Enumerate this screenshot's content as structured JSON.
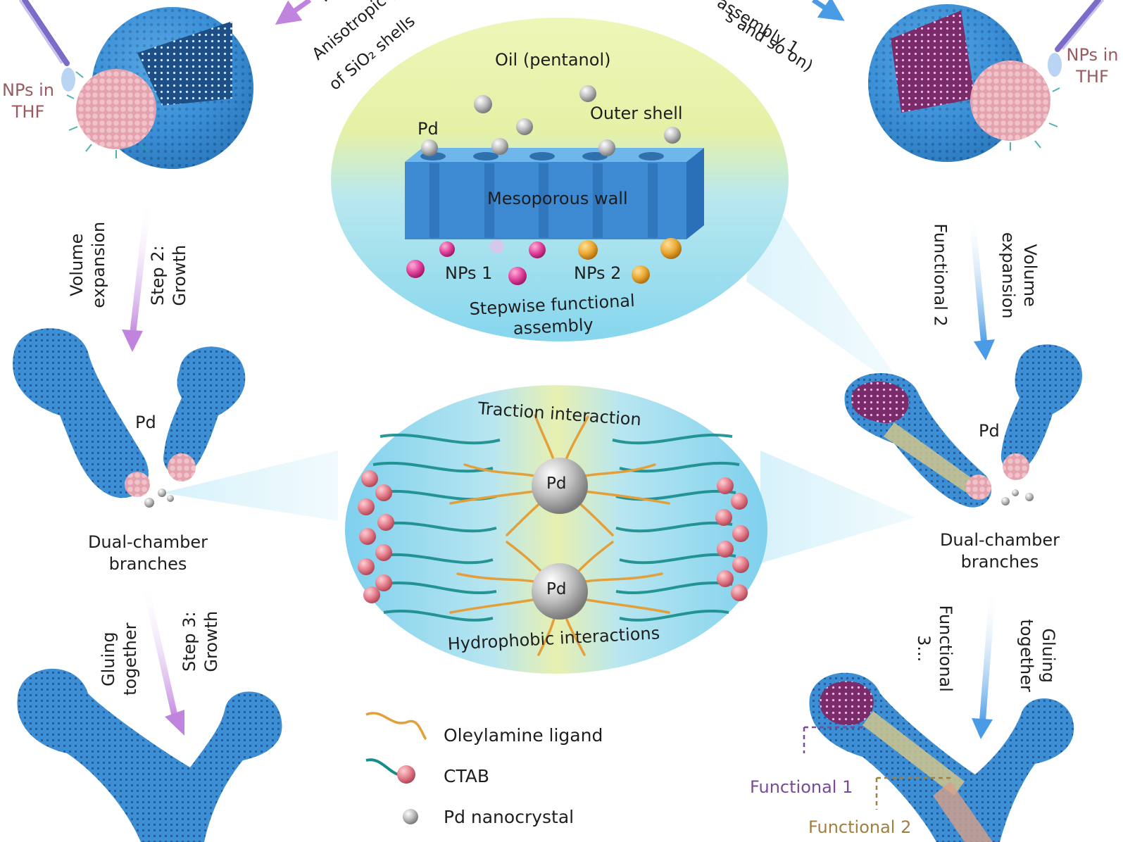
{
  "top_left_arc": {
    "line1": "TEOS S",
    "line2": "Anisotropic gr",
    "line3": "of SiO₂ shells"
  },
  "top_right_arc": {
    "line1": "s and so on)",
    "line2": "assembly 1"
  },
  "nps_in_thf": {
    "line1": "NPs in",
    "line2": "THF"
  },
  "left_column": {
    "volume_expansion": {
      "line1": "Volume",
      "line2": "expansion"
    },
    "step2": {
      "line1": "Step 2:",
      "line2": "Growth"
    },
    "dual_chamber": {
      "line1": "Dual-chamber",
      "line2": "branches"
    },
    "pd": "Pd",
    "gluing": {
      "line1": "Gluing",
      "line2": "together"
    },
    "step3": {
      "line1": "Step 3:",
      "line2": "Growth"
    }
  },
  "right_column": {
    "functional2": "Functional  2",
    "volume_expansion": {
      "line1": "Volume",
      "line2": "expansion"
    },
    "dual_chamber": {
      "line1": "Dual-chamber",
      "line2": "branches"
    },
    "pd": "Pd",
    "functional3": {
      "line1": "Functional",
      "line2": "3..."
    },
    "gluing": {
      "line1": "Gluing",
      "line2": "together"
    },
    "functional1_tag": "Functional 1",
    "functional2_tag": "Functional 2"
  },
  "upper_inset": {
    "oil": "Oil (pentanol)",
    "pd": "Pd",
    "outer_shell": "Outer shell",
    "wall": "Mesoporous wall",
    "nps1": "NPs 1",
    "nps2": "NPs 2",
    "caption": {
      "line1": "Stepwise functional",
      "line2": "assembly"
    }
  },
  "lower_inset": {
    "traction": "Traction interaction",
    "hydrophobic": "Hydrophobic interactions",
    "pd_top": "Pd",
    "pd_bottom": "Pd"
  },
  "legend": {
    "oleylamine": "Oleylamine ligand",
    "ctab": "CTAB",
    "pd_nanocrystal": "Pd nanocrystal"
  },
  "colors": {
    "shell_blue": "#3a8fd6",
    "nanoparticle_pink": "#e69aa6",
    "ligand_orange": "#e3a03a",
    "ctab_teal": "#168c8c",
    "arrow_purple": "#c084de",
    "arrow_blue": "#4a9be6",
    "functional1_purple": "#7a4a9a",
    "functional2_gold": "#a08040"
  }
}
